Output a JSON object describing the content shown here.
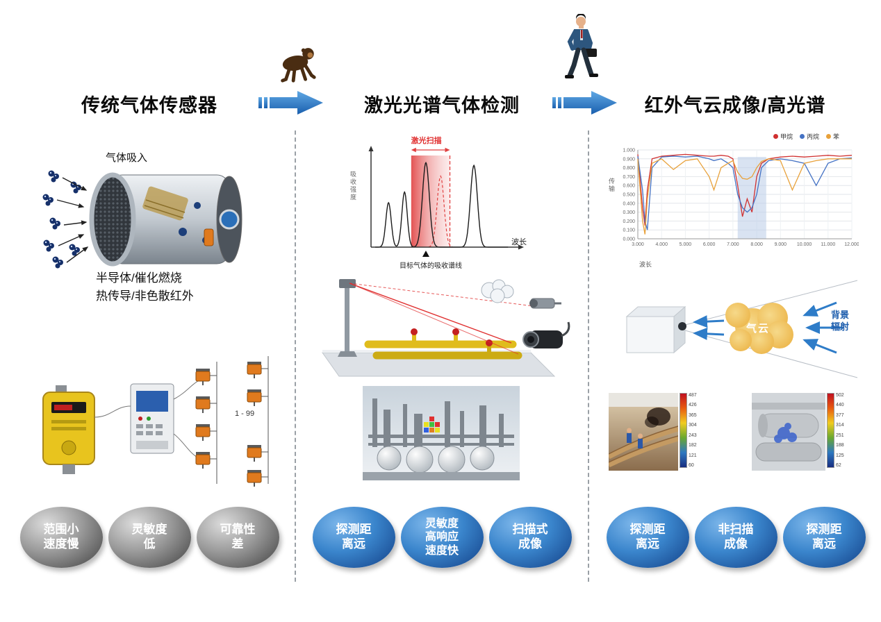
{
  "header": {
    "stage1": "传统气体传感器",
    "stage2": "激光光谱气体检测",
    "stage3": "红外气云成像/高光谱"
  },
  "left": {
    "intake_label": "气体吸入",
    "principle_lines": [
      "半导体/催化燃烧",
      "热传导/非色散红外"
    ],
    "network_count": "1 - 99",
    "badges": [
      [
        "范围小",
        "速度慢"
      ],
      [
        "灵敏度",
        "低"
      ],
      [
        "可靠性",
        "差"
      ]
    ]
  },
  "middle": {
    "badges": [
      [
        "探测距",
        "离远"
      ],
      [
        "灵敏度",
        "高响应",
        "速度快"
      ],
      [
        "扫描式",
        "成像"
      ]
    ]
  },
  "right": {
    "cloud_label": "气云",
    "radiation_lines": [
      "背景",
      "辐射"
    ],
    "thermal_left_scale": [
      "487",
      "426",
      "365",
      "304",
      "243",
      "182",
      "121",
      "60"
    ],
    "thermal_right_scale": [
      "502",
      "440",
      "377",
      "314",
      "251",
      "188",
      "125",
      "62"
    ],
    "badges": [
      [
        "探测距",
        "离远"
      ],
      [
        "非扫描",
        "成像"
      ],
      [
        "探测距",
        "离远"
      ]
    ]
  },
  "icons": {
    "monkey": "chimpanzee-walking",
    "man": "businessman-walking",
    "arrows": "evolution-arrow"
  },
  "colors": {
    "arrow_blue": "#2e7cc8",
    "badge_blue_dark": "#123f86",
    "badge_gray_dark": "#3f3f3f",
    "scan_red": "#e04040"
  },
  "chart_data": [
    {
      "type": "line",
      "title": "激光扫描",
      "xlabel": "波长",
      "ylabel": "吸收强度",
      "annotation": "目标气体的吸收谱线",
      "xlim": [
        0,
        100
      ],
      "ylim": [
        0,
        1
      ],
      "peaks": [
        {
          "center": 10,
          "height": 0.5,
          "width": 2
        },
        {
          "center": 22,
          "height": 0.62,
          "width": 2
        },
        {
          "center": 38,
          "height": 0.95,
          "width": 2.6
        },
        {
          "center": 74,
          "height": 0.92,
          "width": 2.6
        }
      ],
      "scan_band": {
        "x0": 27,
        "x1": 56
      },
      "dashed_peak": {
        "center": 49,
        "height": 0.8,
        "width": 2.6
      },
      "marker_x": 38
    },
    {
      "type": "line",
      "xlabel": "波长",
      "ylabel": "传输",
      "xlim": [
        3,
        12
      ],
      "ylim": [
        0,
        1
      ],
      "x_tick_values": [
        3,
        4,
        5,
        6,
        7,
        8,
        9,
        10,
        11,
        12
      ],
      "x_tick_labels": [
        "3.000",
        "4.000",
        "5.000",
        "6.000",
        "7.000",
        "8.000",
        "9.000",
        "10.000",
        "11.000",
        "12.000"
      ],
      "y_tick_values": [
        0,
        0.1,
        0.2,
        0.3,
        0.4,
        0.5,
        0.6,
        0.7,
        0.8,
        0.9,
        1.0
      ],
      "y_tick_labels": [
        "0.000",
        "0.100",
        "0.200",
        "0.300",
        "0.400",
        "0.500",
        "0.600",
        "0.700",
        "0.800",
        "0.900",
        "1.000"
      ],
      "highlight_band": {
        "x0": 7.2,
        "x1": 8.4
      },
      "x": [
        3.0,
        3.2,
        3.3,
        3.4,
        3.6,
        4.0,
        4.5,
        5.0,
        5.5,
        6.0,
        6.2,
        6.5,
        6.8,
        7.0,
        7.2,
        7.4,
        7.6,
        7.8,
        8.0,
        8.2,
        8.5,
        9.0,
        9.5,
        10.0,
        10.5,
        11.0,
        11.5,
        12.0
      ],
      "series": [
        {
          "name": "甲烷",
          "color": "#d03030",
          "y": [
            0.95,
            0.35,
            0.15,
            0.55,
            0.9,
            0.93,
            0.94,
            0.95,
            0.94,
            0.93,
            0.93,
            0.94,
            0.93,
            0.9,
            0.6,
            0.25,
            0.45,
            0.3,
            0.7,
            0.85,
            0.9,
            0.92,
            0.93,
            0.92,
            0.93,
            0.94,
            0.93,
            0.94
          ]
        },
        {
          "name": "丙烷",
          "color": "#4472c4",
          "y": [
            0.93,
            0.55,
            0.2,
            0.1,
            0.8,
            0.92,
            0.93,
            0.92,
            0.93,
            0.9,
            0.88,
            0.9,
            0.85,
            0.8,
            0.5,
            0.35,
            0.3,
            0.35,
            0.5,
            0.8,
            0.88,
            0.9,
            0.88,
            0.85,
            0.6,
            0.85,
            0.9,
            0.91
          ]
        },
        {
          "name": "苯",
          "color": "#e8a13a",
          "y": [
            0.9,
            0.2,
            0.05,
            0.45,
            0.85,
            0.9,
            0.78,
            0.88,
            0.9,
            0.7,
            0.55,
            0.8,
            0.85,
            0.88,
            0.75,
            0.68,
            0.67,
            0.7,
            0.8,
            0.87,
            0.9,
            0.88,
            0.55,
            0.85,
            0.88,
            0.9,
            0.9,
            0.9
          ]
        }
      ],
      "legend_position": "top"
    }
  ]
}
